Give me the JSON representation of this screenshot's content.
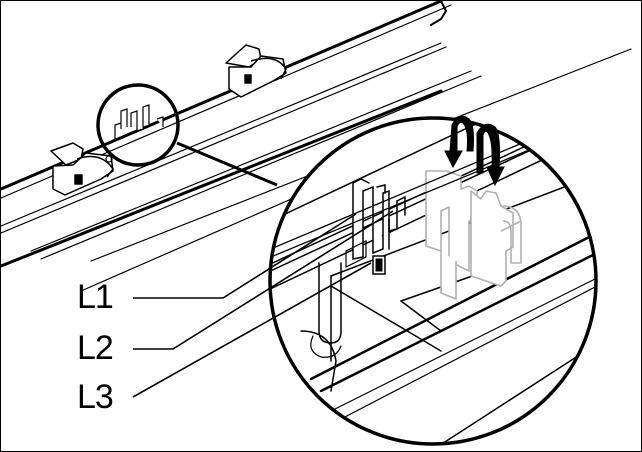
{
  "figure": {
    "type": "technical-illustration",
    "subject": "light fixture rail with connector detail magnified",
    "colors": {
      "line": "#000000",
      "background": "#ffffff",
      "ghost_part": "#b0b0b0"
    }
  },
  "callouts": [
    {
      "id": "L1",
      "label": "L1"
    },
    {
      "id": "L2",
      "label": "L2"
    },
    {
      "id": "L3",
      "label": "L3"
    }
  ],
  "icons": {
    "insertion_arrows": "curved-down-arrow-icon",
    "detail_circle_small": "magnify-source-circle",
    "detail_circle_large": "magnified-detail-circle"
  }
}
